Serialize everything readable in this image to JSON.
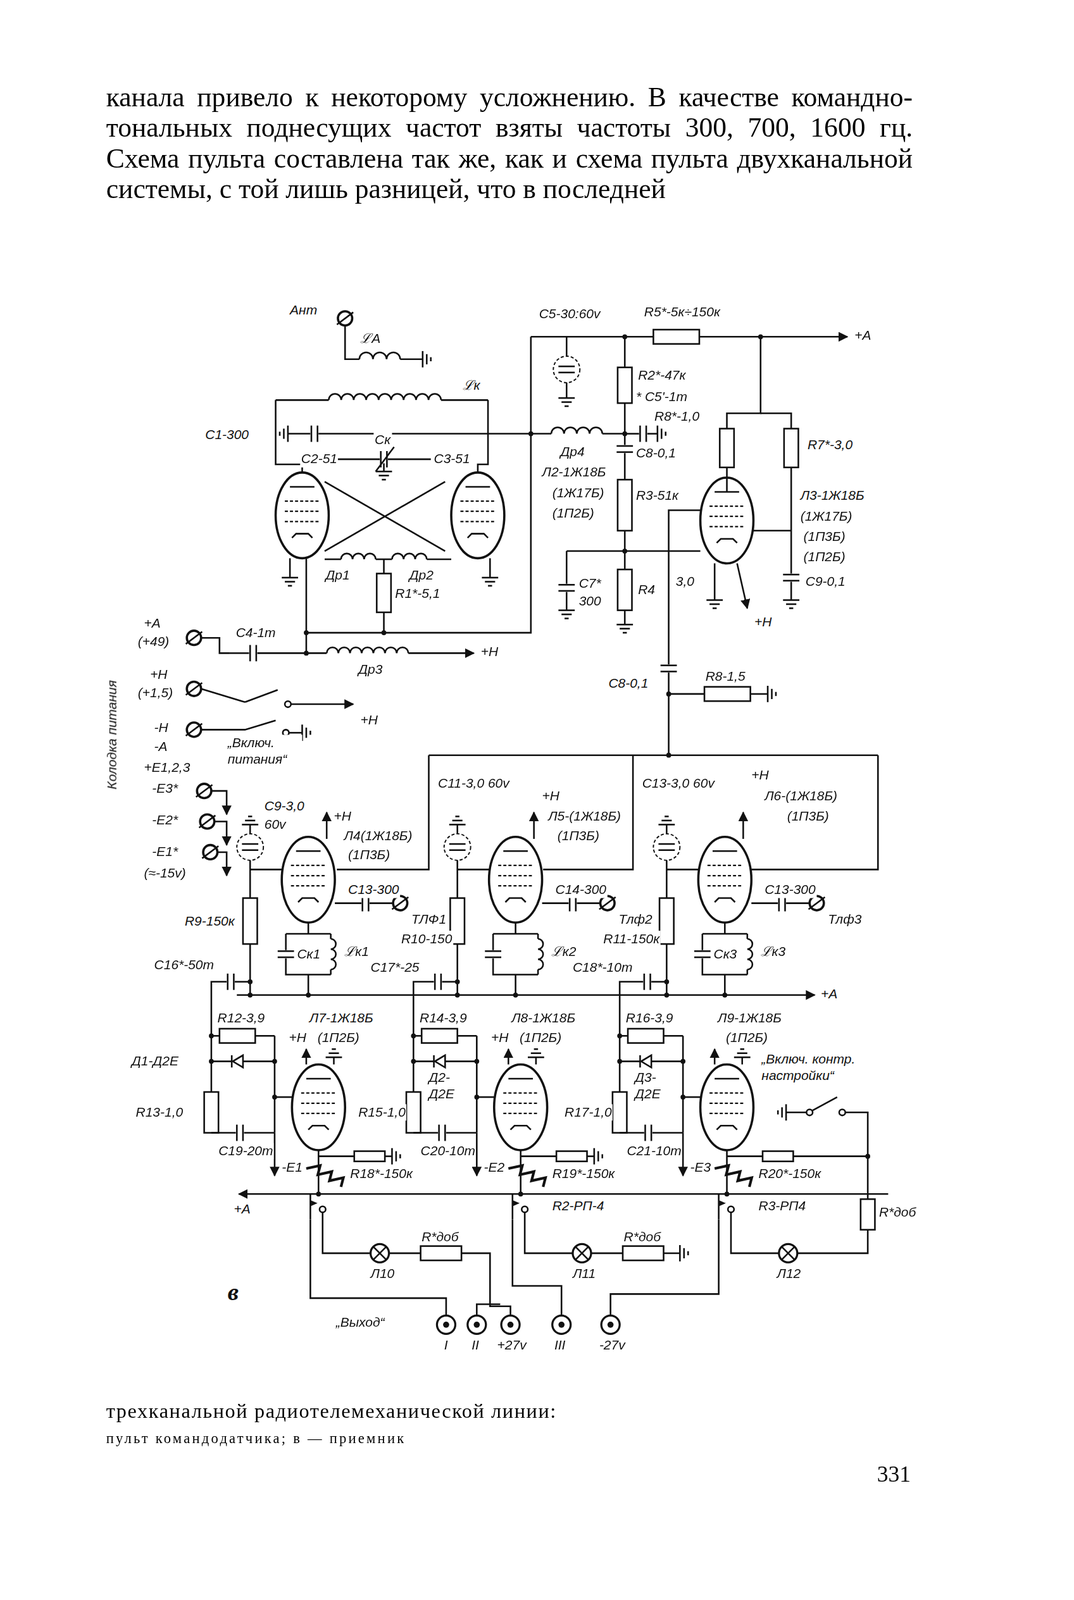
{
  "diagram": {
    "caption": "трехканальной радиотелемеханической линии:",
    "labels": [
      "канала привело к некоторому усложнению. В качестве командно-тональных поднесущих частот взяты частоты 300, 700, 1600 гц. Схема пульта составлена так же, как и схема пульта двухканальной системы, с той лишь разницей, что в последней",
      "пульт командодатчика; в — приемник",
      "331",
      "Ант",
      "ℒА",
      "С5-30:60v",
      "R5*-5к÷150к",
      "+А",
      "ℒк",
      "R2*-47к",
      "* С5'-1т",
      "R8*-1,0",
      "С8-0,1",
      "R7*-3,0",
      "С1-300",
      "Ск",
      "С2-51",
      "С3-51",
      "Др4",
      "Л2-1Ж18Б",
      "(1Ж17Б)",
      "(1П2Б)",
      "R3-51к",
      "Л3-1Ж18Б",
      "(1Ж17Б)",
      "(1П3Б)",
      "(1П2Б)",
      "С9-0,1",
      "Др1",
      "Др2",
      "R1*-5,1",
      "С7*",
      "300",
      "R4",
      "3,0",
      "+Н",
      "+А",
      "(+49)",
      "С4-1т",
      "Др3",
      "+Н",
      "+Н",
      "(+1,5)",
      "+Н",
      "-Н",
      "-А",
      "„Включ. питания“",
      "+Е1,2,3",
      "-Е3*",
      "-Е2*",
      "-Е1*",
      "(≈-15v)",
      "Колодка питания",
      "С8-0,1",
      "R8-1,5",
      "+Н",
      "Л6-(1Ж18Б)",
      "(1П3Б)",
      "С9-3,0",
      "60v",
      "+Н",
      "Л4(1Ж18Б)",
      "(1П3Б)",
      "С11-3,0 60v",
      "+Н",
      "Л5-(1Ж18Б)",
      "(1П3Б)",
      "С13-3,0 60v",
      "С13-300",
      "ТЛФ1",
      "С14-300",
      "Тлф2",
      "R10-150",
      "R11-150к",
      "С13-300",
      "Тлф3",
      "R9-150к",
      "С16*-50т",
      "Ск1",
      "ℒк1",
      "С17*-25",
      "ℒк2",
      "С18*-10т",
      "Ск3",
      "ℒк3",
      "+А",
      "Л7-1Ж18Б",
      "+Н",
      "(1П2Б)",
      "R12-3,9",
      "Д1-Д2Е",
      "R14-3,9",
      "Л8-1Ж18Б",
      "(1П2Б)",
      "Д2-",
      "Д2Е",
      "R16-3,9",
      "Л9-1Ж18Б",
      "(1П2Б)",
      "+Н",
      "Д3-",
      "Д2Е",
      "R15-1,0",
      "С20-10т",
      "R17-1,0",
      "С21-10т",
      "„Включ. контр. настройки“",
      "R13-1,0",
      "С19-20т",
      "-Е1",
      "R18*-150к",
      "-Е2",
      "R19*-150к",
      "-Е3",
      "R2-РП-4",
      "R3-РП4",
      "R20*-150к",
      "R*доб",
      "+А",
      "Л10",
      "R*доб",
      "Л11",
      "R*доб",
      "Л12",
      "в",
      "„Выход“",
      "I",
      "II",
      "+27v",
      "III",
      "-27v"
    ]
  }
}
